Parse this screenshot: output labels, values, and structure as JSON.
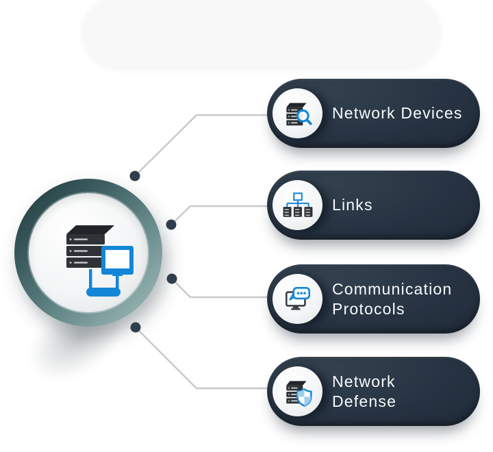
{
  "figure": {
    "kind": "radial-infographic",
    "topic": "network components"
  },
  "center": {
    "icon": "network-hub-icon"
  },
  "items": [
    {
      "label": "Network Devices",
      "icon": "server-search-icon"
    },
    {
      "label": "Links",
      "icon": "network-topology-icon"
    },
    {
      "label": "Communication Protocols",
      "icon": "monitor-chat-icon"
    },
    {
      "label": "Network Defense",
      "icon": "server-shield-icon"
    }
  ],
  "colors": {
    "background": "#ffffff",
    "pill_dark": "#26313f",
    "accent_blue": "#1486d8",
    "server_dark": "#2f3337",
    "connector_gray": "#c7c9cb",
    "dot_navy": "#2e3e4e",
    "ring_teal": "#5b7f80"
  }
}
